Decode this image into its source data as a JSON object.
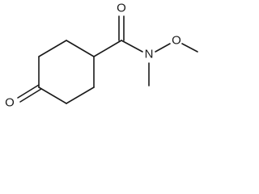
{
  "molecule": {
    "atoms": {
      "carbonyl_oxygen": "O",
      "ketone_oxygen": "O",
      "amide_nitrogen": "N",
      "methoxy_oxygen": "O"
    }
  }
}
